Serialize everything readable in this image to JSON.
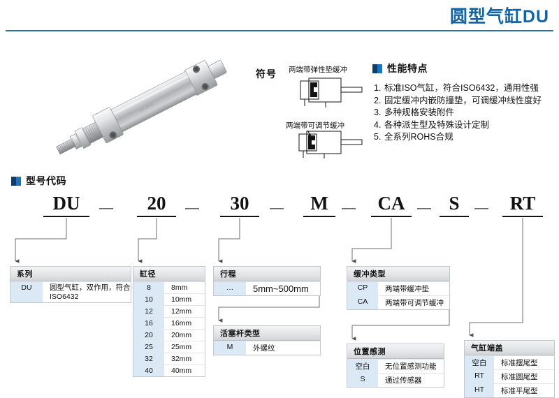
{
  "header": {
    "title": "圆型气缸DU",
    "accent_color": "#1264a8",
    "rule_color": "#2e6fa8"
  },
  "features": {
    "heading": "性能特点",
    "items": [
      {
        "num": "1.",
        "text": "标准ISO气缸，符合ISO6432，通用性强"
      },
      {
        "num": "2.",
        "text": "固定缓冲内嵌防撞垫，可调缓冲线性度好"
      },
      {
        "num": "3.",
        "text": "多种规格安装附件"
      },
      {
        "num": "4.",
        "text": "各种派生型及特殊设计定制"
      },
      {
        "num": "5.",
        "text": "全系列ROHS合规"
      }
    ]
  },
  "symbol": {
    "label": "符号",
    "diagrams": [
      {
        "caption": "两端带弹性垫缓冲"
      },
      {
        "caption": "两端带可调节缓冲"
      }
    ]
  },
  "product_photo": {
    "alt": "圆型气缸产品照片"
  },
  "model_code": {
    "heading": "型号代码",
    "segments": [
      "DU",
      "20",
      "30",
      "M",
      "CA",
      "S",
      "RT"
    ],
    "separator": "—"
  },
  "tables": {
    "series": {
      "title": "系列",
      "rows": [
        {
          "code": "DU",
          "desc": "圆型气缸，双作用，符合ISO6432"
        }
      ]
    },
    "bore": {
      "title": "缸径",
      "rows": [
        {
          "code": "8",
          "desc": "8mm"
        },
        {
          "code": "10",
          "desc": "10mm"
        },
        {
          "code": "12",
          "desc": "12mm"
        },
        {
          "code": "16",
          "desc": "16mm"
        },
        {
          "code": "20",
          "desc": "20mm"
        },
        {
          "code": "25",
          "desc": "25mm"
        },
        {
          "code": "32",
          "desc": "32mm"
        },
        {
          "code": "40",
          "desc": "40mm"
        }
      ]
    },
    "stroke": {
      "title": "行程",
      "rows": [
        {
          "code": "…",
          "desc": "5mm~500mm"
        }
      ]
    },
    "rod": {
      "title": "活塞杆类型",
      "rows": [
        {
          "code": "M",
          "desc": "外螺纹"
        }
      ]
    },
    "cushion": {
      "title": "缓冲类型",
      "rows": [
        {
          "code": "CP",
          "desc": "两端带缓冲垫"
        },
        {
          "code": "CA",
          "desc": "两端带可调节缓冲"
        }
      ]
    },
    "sensor": {
      "title": "位置感测",
      "rows": [
        {
          "code": "空白",
          "desc": "无位置感测功能"
        },
        {
          "code": "S",
          "desc": "通过传感器"
        }
      ]
    },
    "end_cap": {
      "title": "气缸端盖",
      "rows": [
        {
          "code": "空白",
          "desc": "标准摆尾型"
        },
        {
          "code": "RT",
          "desc": "标准圆尾型"
        },
        {
          "code": "HT",
          "desc": "标准平尾型"
        }
      ]
    }
  }
}
